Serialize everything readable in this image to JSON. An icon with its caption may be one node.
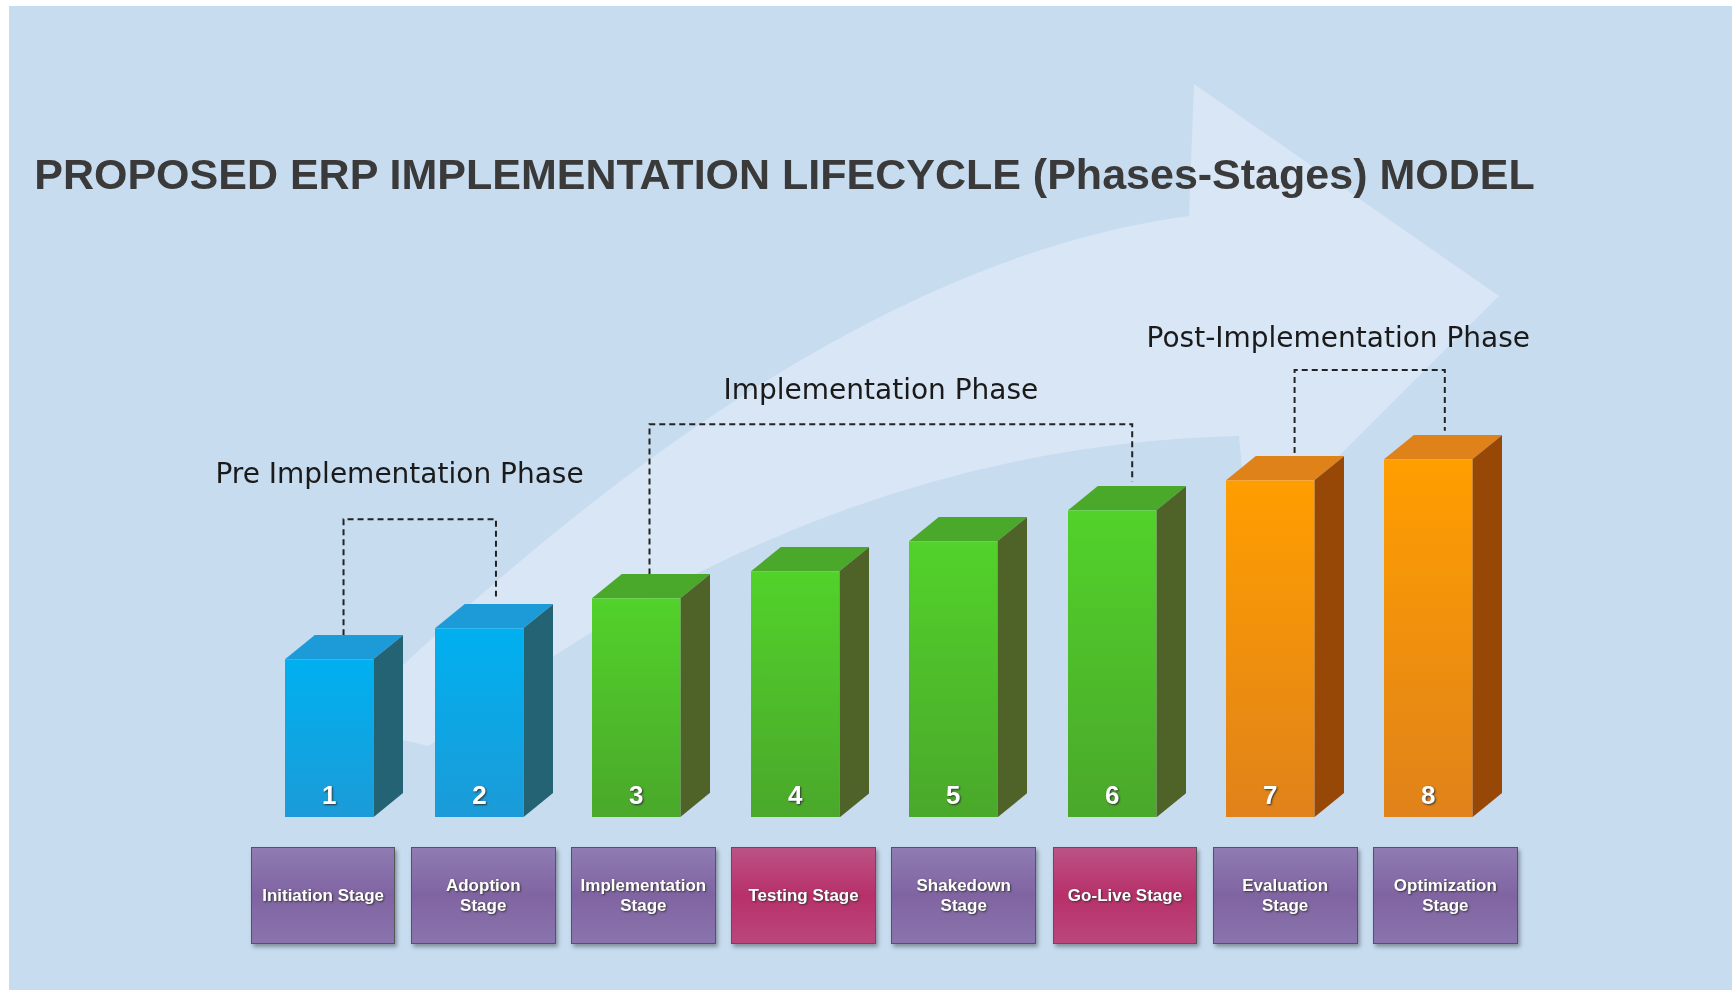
{
  "diagram": {
    "title": "PROPOSED ERP IMPLEMENTATION LIFECYCLE (Phases-Stages) MODEL",
    "nodes": [
      {
        "text": [
          "1"
        ]
      },
      {
        "text": [
          "2"
        ]
      },
      {
        "text": [
          "3"
        ]
      },
      {
        "text": [
          "4"
        ]
      },
      {
        "text": [
          "5"
        ]
      },
      {
        "text": [
          "6"
        ]
      },
      {
        "text": [
          "7"
        ]
      },
      {
        "text": [
          "8"
        ]
      },
      {
        "text": [
          "Initiation Stage"
        ]
      },
      {
        "text": [
          "Adoption Stage"
        ]
      },
      {
        "text": [
          "Implementation Stage"
        ]
      },
      {
        "text": [
          "Testing Stage"
        ]
      },
      {
        "text": [
          "Shakedown Stage"
        ]
      },
      {
        "text": [
          "Go-Live Stage"
        ]
      },
      {
        "text": [
          "Evaluation Stage"
        ]
      },
      {
        "text": [
          "Optimization Stage"
        ]
      }
    ],
    "labels": [
      "Pre Implementation Phase",
      "Implementation Phase",
      "Post-Implementation Phase"
    ]
  }
}
